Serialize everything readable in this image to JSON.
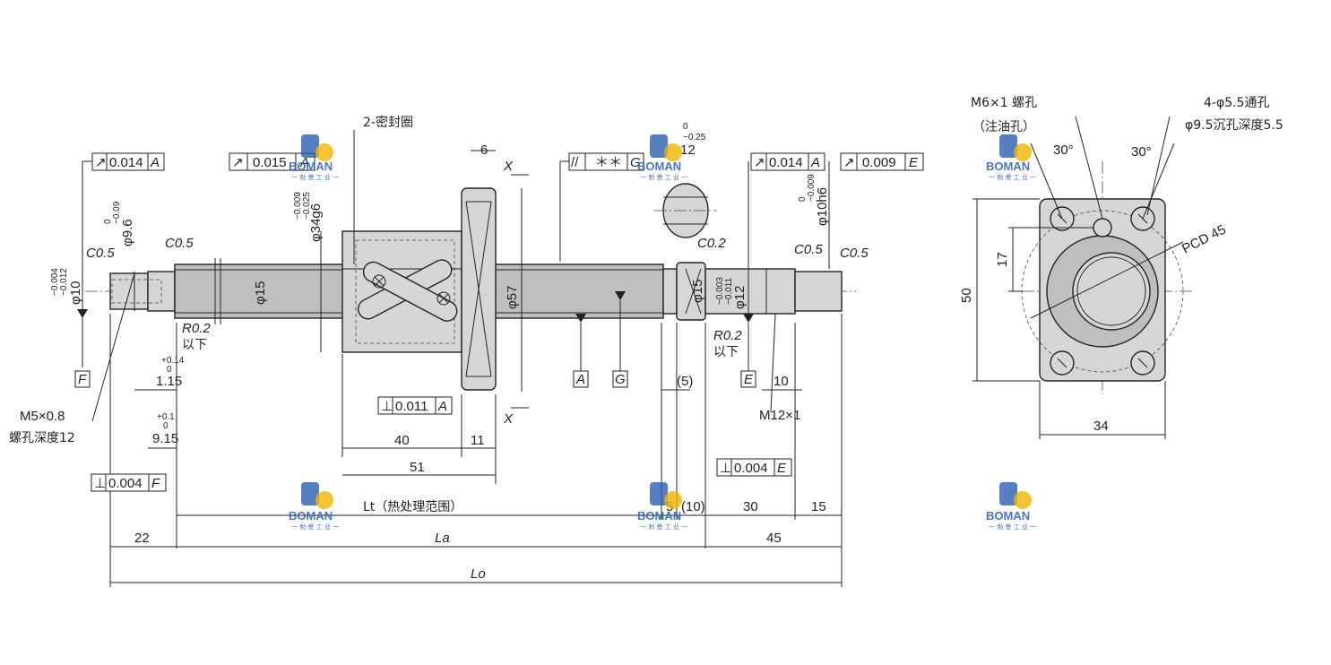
{
  "labels": {
    "seals": "2-密封圈",
    "d57": "φ57",
    "d15_shaft": "φ15",
    "d15_nut": "φ15",
    "d34_tol_up": "−0.009",
    "d34_tol_lo": "−0.025",
    "d34": "φ34g6",
    "d96_tol_up": "0",
    "d96_tol_lo": "−0.09",
    "d96": "φ9.6",
    "d10_tol_up": "−0.004",
    "d10_tol_lo": "−0.012",
    "d10": "φ10",
    "d12_tol_up": "−0.003",
    "d12_tol_lo": "−0.011",
    "d12": "φ12",
    "d10h6_tol_up": "0",
    "d10h6_tol_lo": "−0.009",
    "d10h6": "φ10h6",
    "c05_a": "C0.5",
    "c05_b": "C0.5",
    "c05_c": "C0.5",
    "c05_d": "C0.5",
    "c02": "C0.2",
    "r02_a": "R0.2",
    "r02_a_sub": "以下",
    "r02_b": "R0.2",
    "r02_b_sub": "以下",
    "width6": "6",
    "x_top": "X",
    "x_bot": "X",
    "key_tol_up": "0",
    "key_tol_lo": "−0.25",
    "key_w": "12",
    "m5": "M5×0.8",
    "m5_sub": "螺孔深度12",
    "d115_tol_up": "+0.14",
    "d115_tol_lo": "0",
    "d115": "1.15",
    "d915_tol_up": "+0.1",
    "d915_tol_lo": "0",
    "d915": "9.15",
    "m12": "M12×1",
    "d40": "40",
    "d11": "11",
    "d51": "51",
    "d5": "(5)",
    "d10b": "10",
    "lt": "Lt（热处理范围）",
    "d5b": "5",
    "d10c": "(10)",
    "d30": "30",
    "d15b": "15",
    "d22": "22",
    "la": "La",
    "d45": "45",
    "lo": "Lo"
  },
  "frames": {
    "f1": {
      "sym": "↗",
      "val": "0.014",
      "ref": "A"
    },
    "f2": {
      "sym": "↗",
      "val": "0.015",
      "ref": "A"
    },
    "f3": {
      "sym": "//",
      "val": "＊＊",
      "ref": "G"
    },
    "f4": {
      "sym": "↗",
      "val": "0.014",
      "ref": "A"
    },
    "f5": {
      "sym": "↗",
      "val": "0.009",
      "ref": "E"
    },
    "f6": {
      "sym": "⊥",
      "val": "0.011",
      "ref": "A"
    },
    "f7": {
      "sym": "⊥",
      "val": "0.004",
      "ref": "F"
    },
    "f8": {
      "sym": "⊥",
      "val": "0.004",
      "ref": "E"
    }
  },
  "datums": {
    "F": "F",
    "A": "A",
    "G": "G",
    "E": "E"
  },
  "side_view": {
    "m6": "M6×1 螺孔",
    "m6_sub": "（注油孔）",
    "holes": "4-φ5.5通孔",
    "holes_sub": "φ9.5沉孔深度5.5",
    "angle_l": "30°",
    "angle_r": "30°",
    "pcd": "PCD 45",
    "h50": "50",
    "h17": "17",
    "w34": "34"
  },
  "watermark": {
    "brand": "BOMAN",
    "sub": "一 勃 曼 工 业 一",
    "color": "#2a5fb0"
  }
}
